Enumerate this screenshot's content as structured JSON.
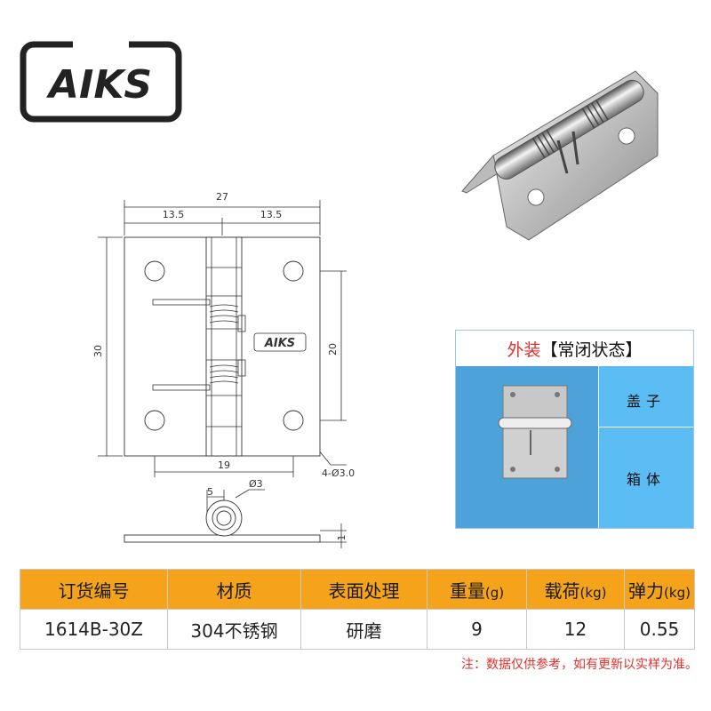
{
  "logo": {
    "text": "AIKS"
  },
  "drawing": {
    "dim_total_width": "27",
    "dim_left_half": "13.5",
    "dim_right_half": "13.5",
    "dim_height": "30",
    "dim_hole_vertical": "20",
    "dim_hole_horizontal": "19",
    "dim_holes": "4-Ø3.0",
    "dim_knuckle_offset": "5",
    "dim_pin_diameter": "Ø3",
    "dim_thickness": "1",
    "brand_mark": "AIKS"
  },
  "install": {
    "title_red": "外装",
    "title_black": "【常闭状态】",
    "label_cover": "盖子",
    "label_box": "箱体"
  },
  "table": {
    "headers": [
      {
        "label": "订货编号",
        "unit": ""
      },
      {
        "label": "材质",
        "unit": ""
      },
      {
        "label": "表面处理",
        "unit": ""
      },
      {
        "label": "重量",
        "unit": "(g)"
      },
      {
        "label": "载荷",
        "unit": "(kg)"
      },
      {
        "label": "弹力",
        "unit": "(kg)"
      }
    ],
    "row": [
      "1614B-30Z",
      "304不锈钢",
      "研磨",
      "9",
      "12",
      "0.55"
    ]
  },
  "note": "注：数据仅供参考，如有更新以实样为准。",
  "colors": {
    "header_orange": "#f5a31a",
    "note_red": "#e0302c",
    "panel_blue": "#4da3d9",
    "panel_light_blue": "#5bbdf4"
  }
}
